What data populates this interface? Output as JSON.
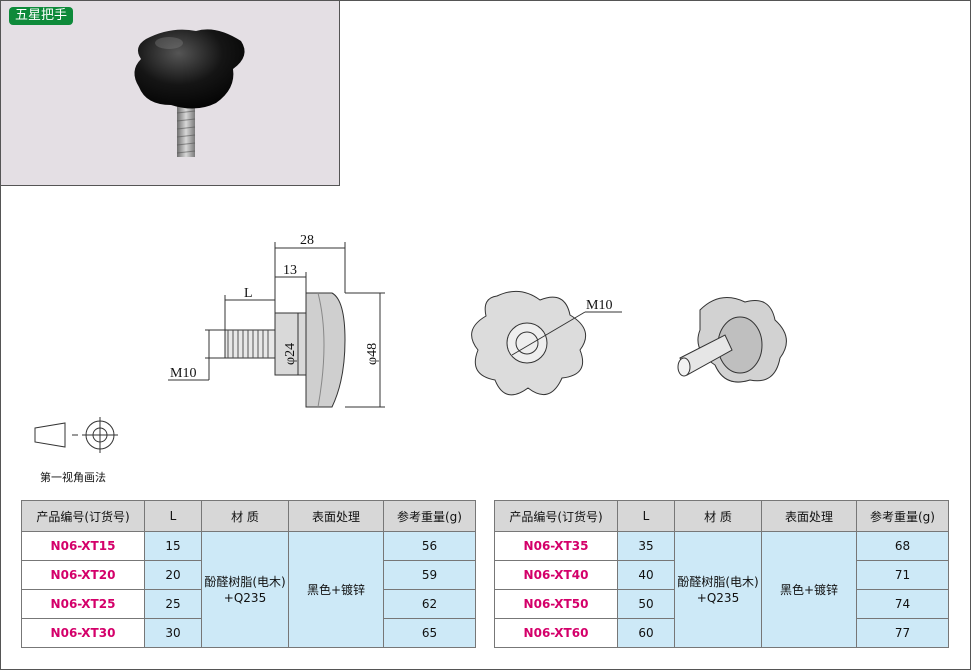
{
  "header": {
    "product_title": "五星把手"
  },
  "drawing": {
    "dims": {
      "d28": "28",
      "d13": "13",
      "dL": "L",
      "dM10_side": "M10",
      "d24": "φ24",
      "d48": "φ48",
      "dM10_front": "M10"
    },
    "projection_label": "第一视角画法"
  },
  "table_headers": [
    "产品编号(订货号)",
    "L",
    "材 质",
    "表面处理",
    "参考重量(g)"
  ],
  "table_left": {
    "material": "酚醛树脂(电木)\n+Q235",
    "finish": "黑色+镀锌",
    "rows": [
      {
        "code": "N06-XT15",
        "L": "15",
        "weight": "56"
      },
      {
        "code": "N06-XT20",
        "L": "20",
        "weight": "59"
      },
      {
        "code": "N06-XT25",
        "L": "25",
        "weight": "62"
      },
      {
        "code": "N06-XT30",
        "L": "30",
        "weight": "65"
      }
    ]
  },
  "table_right": {
    "material": "酚醛树脂(电木)\n+Q235",
    "finish": "黑色+镀锌",
    "rows": [
      {
        "code": "N06-XT35",
        "L": "35",
        "weight": "68"
      },
      {
        "code": "N06-XT40",
        "L": "40",
        "weight": "71"
      },
      {
        "code": "N06-XT50",
        "L": "50",
        "weight": "74"
      },
      {
        "code": "N06-XT60",
        "L": "60",
        "weight": "77"
      }
    ]
  },
  "colors": {
    "badge": "#0e8a3a",
    "code_text": "#d4006a",
    "cell_blue": "#cde9f7",
    "header_gray": "#d7d7d7"
  }
}
